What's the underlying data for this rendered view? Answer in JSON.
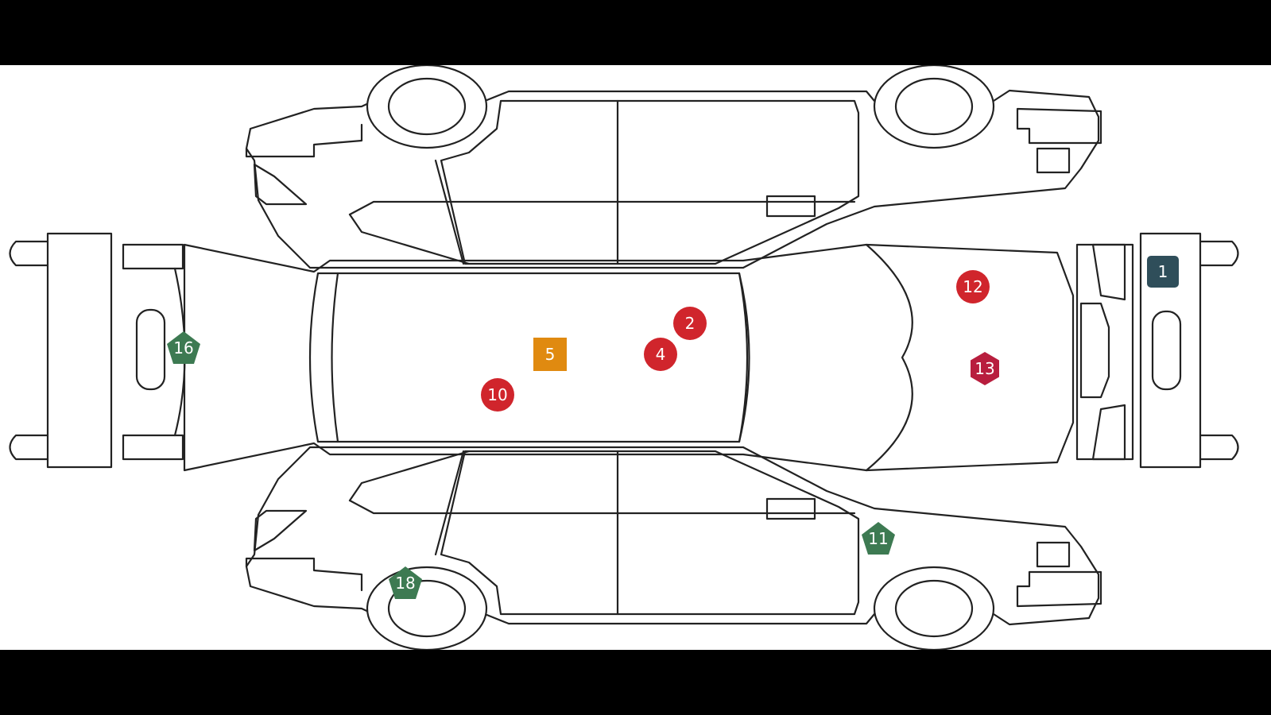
{
  "colors": {
    "damage_red": "#d0252c",
    "damage_orange": "#e08a10",
    "damage_green": "#3d7a52",
    "damage_slate": "#2f4e5a",
    "damage_crimson": "#b81e3e",
    "outline": "#222222",
    "background": "#ffffff",
    "letterbox": "#000000"
  },
  "markers": [
    {
      "label": "1",
      "shape": "rounded-square",
      "color": "#2f4e5a",
      "icon": "slate-square-marker"
    },
    {
      "label": "2",
      "shape": "circle",
      "color": "#d0252c",
      "icon": "red-circle-marker"
    },
    {
      "label": "4",
      "shape": "circle",
      "color": "#d0252c",
      "icon": "red-circle-marker"
    },
    {
      "label": "5",
      "shape": "square",
      "color": "#e08a10",
      "icon": "orange-square-marker"
    },
    {
      "label": "10",
      "shape": "circle",
      "color": "#d0252c",
      "icon": "red-circle-marker"
    },
    {
      "label": "11",
      "shape": "pentagon",
      "color": "#3d7a52",
      "icon": "green-pentagon-marker"
    },
    {
      "label": "12",
      "shape": "circle",
      "color": "#d0252c",
      "icon": "red-circle-marker"
    },
    {
      "label": "13",
      "shape": "hexagon",
      "color": "#b81e3e",
      "icon": "crimson-hexagon-marker"
    },
    {
      "label": "16",
      "shape": "pentagon",
      "color": "#3d7a52",
      "icon": "green-pentagon-marker"
    },
    {
      "label": "18",
      "shape": "pentagon",
      "color": "#3d7a52",
      "icon": "green-pentagon-marker"
    }
  ]
}
